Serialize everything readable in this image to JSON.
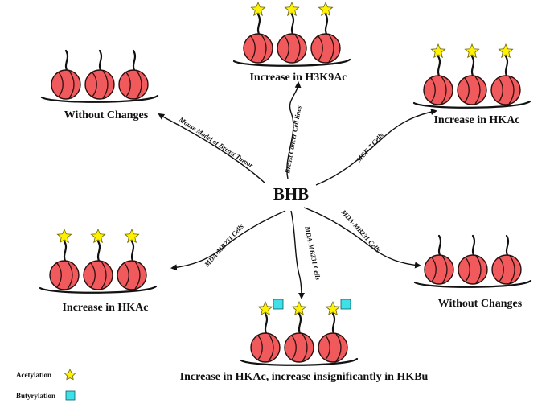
{
  "center_label": "BHB",
  "outcomes": {
    "top": "Increase in H3K9Ac",
    "top_left": "Without Changes",
    "top_right": "Increase in HKAc",
    "bottom_left": "Increase in HKAc",
    "bottom_right": "Without Changes",
    "bottom": "Increase in HKAc, increase insignificantly in HKBu"
  },
  "arrow_labels": {
    "top": "Breast Cancer Cell lines",
    "top_left": "Mouse Model of Breast Tumor",
    "top_right": "MCF-7 Cells",
    "bottom_left": "MDA-MB231 Cells",
    "bottom_right": "MDA-MB231 Cells",
    "bottom": "MDA-MB231 Cells"
  },
  "legend": {
    "acetylation": "Acetylation",
    "butyrylation": "Butyrylation"
  },
  "colors": {
    "nucleosome": "#f05a5c",
    "acetylation_star": "#fff200",
    "butyrylation_square": "#3fe0e8"
  }
}
